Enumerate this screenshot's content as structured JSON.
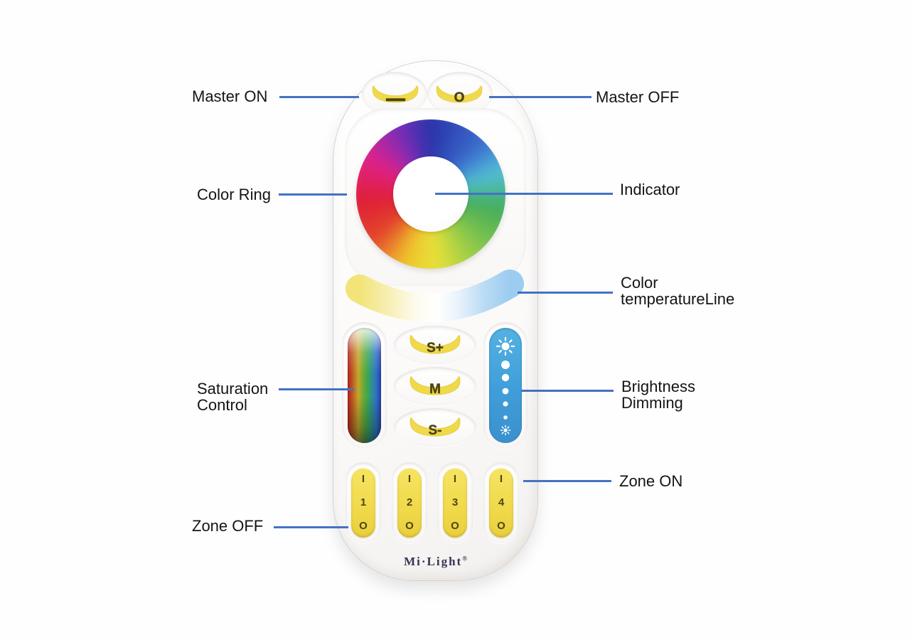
{
  "figure": {
    "type": "annotated-product-diagram",
    "product": "Mi-Light 4-zone RGBW remote control"
  },
  "annotations": {
    "master_on": "Master ON",
    "master_off": "Master OFF",
    "color_ring": "Color Ring",
    "indicator": "Indicator",
    "color_temperature_line": [
      "Color",
      "temperatureLine"
    ],
    "saturation_control": [
      "Saturation",
      "Control"
    ],
    "brightness_dimming": [
      "Brightness",
      "Dimming"
    ],
    "zone_on": "Zone ON",
    "zone_off": "Zone OFF"
  },
  "remote": {
    "brand": "Mi·Light",
    "brand_registered": "®",
    "master_on_symbol": "—",
    "master_off_symbol": "O",
    "s_plus": "S+",
    "mode": "M",
    "s_minus": "S-",
    "zones": [
      {
        "on": "I",
        "zone": "1",
        "off": "O"
      },
      {
        "on": "I",
        "zone": "2",
        "off": "O"
      },
      {
        "on": "I",
        "zone": "3",
        "off": "O"
      },
      {
        "on": "I",
        "zone": "4",
        "off": "O"
      }
    ],
    "icons": {
      "brightness_top": "sun-icon",
      "brightness_scale": "dot-size-scale",
      "brightness_bottom": "small-sun-icon"
    }
  },
  "colors": {
    "annotation_line": "#4472c4",
    "label_text": "#141414",
    "button_yellow": "#f0d94a",
    "button_glyph": "#4d4512",
    "brightness_blue": "#3f9ed9",
    "brand_text": "#3b3152",
    "remote_body": "#fbfaf9"
  }
}
